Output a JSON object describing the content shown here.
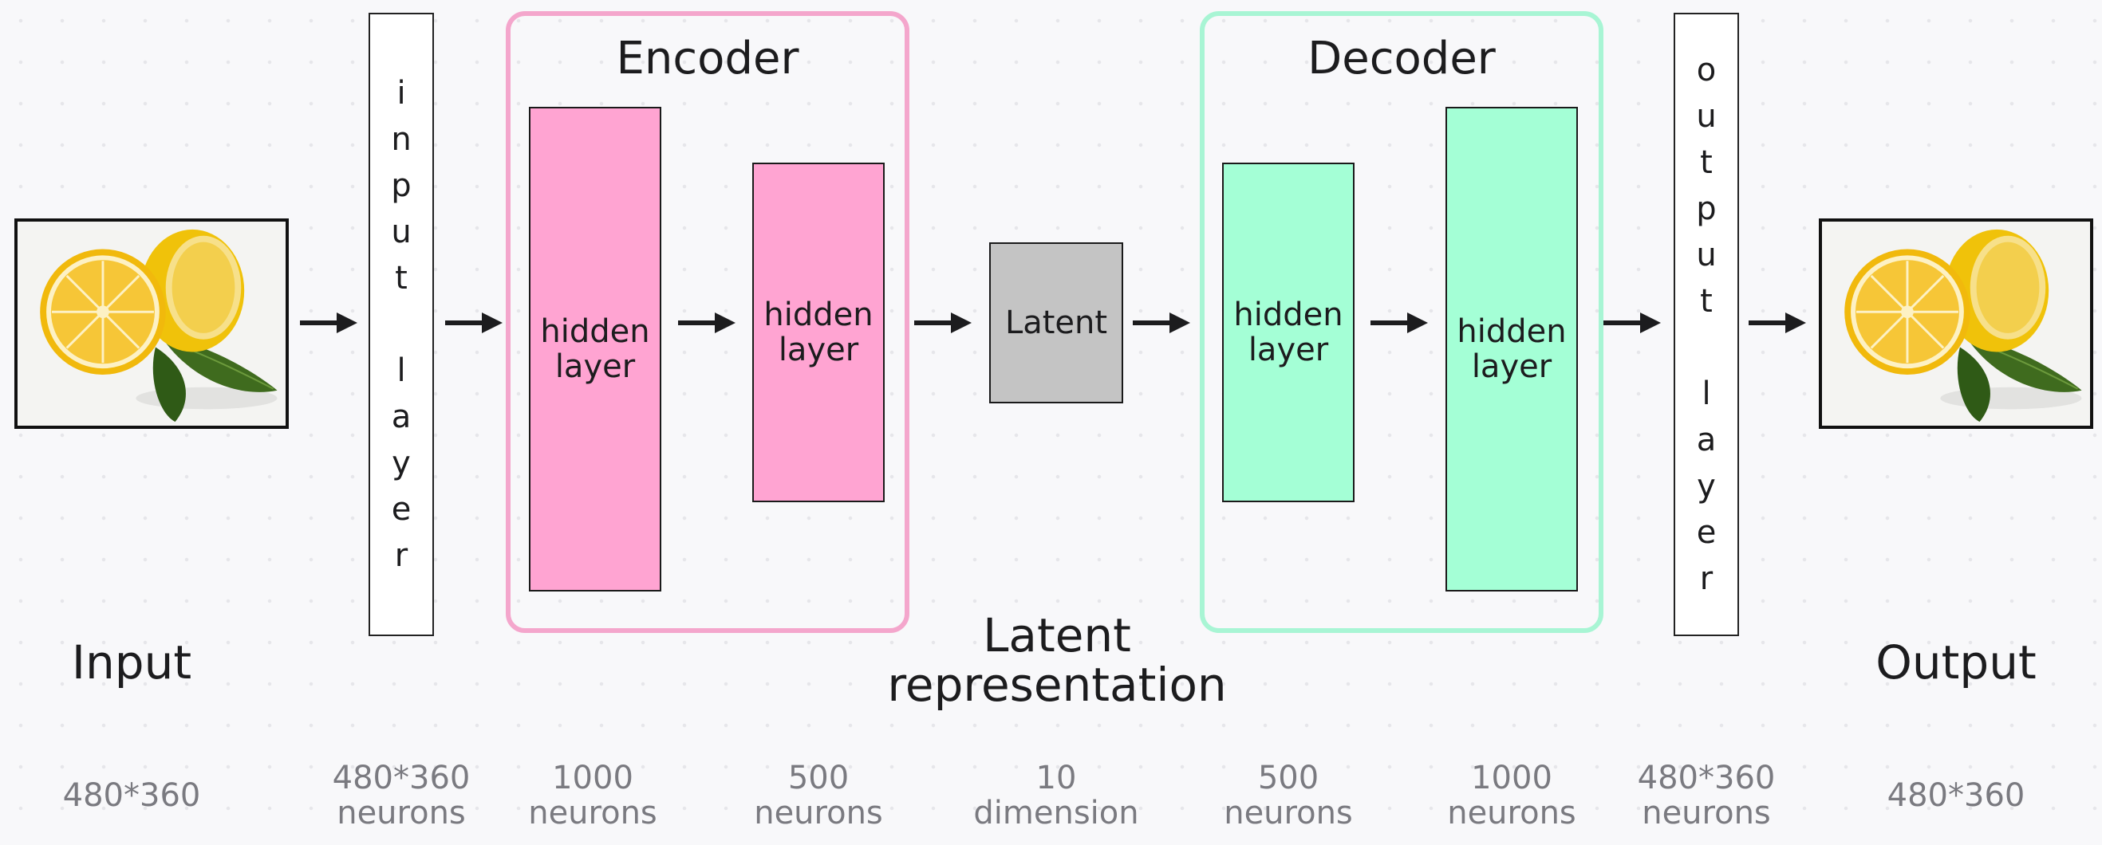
{
  "input_image": {
    "label": "Input",
    "size": "480*360"
  },
  "output_image": {
    "label": "Output",
    "size": "480*360"
  },
  "input_layer": {
    "text": "input layer",
    "size": "480*360",
    "unit": "neurons"
  },
  "output_layer": {
    "text": "output layer",
    "size": "480*360",
    "unit": "neurons"
  },
  "encoder": {
    "title": "Encoder",
    "layers": [
      {
        "label": "hidden\nlayer",
        "neurons": "1000",
        "unit": "neurons"
      },
      {
        "label": "hidden\nlayer",
        "neurons": "500",
        "unit": "neurons"
      }
    ]
  },
  "latent": {
    "box_label": "Latent",
    "caption": "Latent\nrepresentation",
    "size": "10",
    "unit": "dimension"
  },
  "decoder": {
    "title": "Decoder",
    "layers": [
      {
        "label": "hidden\nlayer",
        "neurons": "500",
        "unit": "neurons"
      },
      {
        "label": "hidden\nlayer",
        "neurons": "1000",
        "unit": "neurons"
      }
    ]
  },
  "colors": {
    "encoder": "#f4a6cc",
    "encoder_fill": "#ffa4d2",
    "decoder": "#a8f5d4",
    "decoder_fill": "#a4ffd6",
    "latent_fill": "#c4c4c4"
  }
}
